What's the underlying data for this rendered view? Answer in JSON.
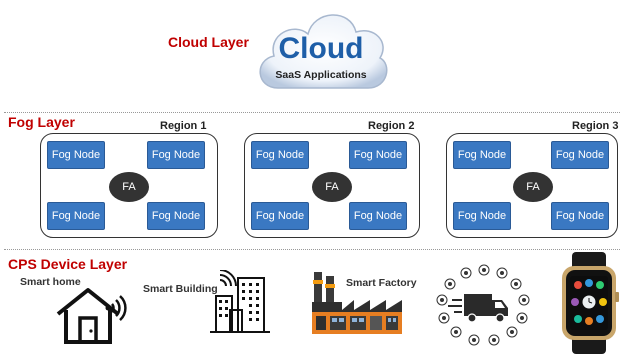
{
  "cloud_layer": {
    "title": "Cloud Layer",
    "cloud_text": "Cloud",
    "cloud_subtext": "SaaS Applications"
  },
  "fog_layer": {
    "title": "Fog Layer",
    "regions": [
      {
        "label": "Region 1",
        "nodes": [
          "Fog Node",
          "Fog Node",
          "Fog Node",
          "Fog Node"
        ],
        "agent": "FA"
      },
      {
        "label": "Region 2",
        "nodes": [
          "Fog Node",
          "Fog Node",
          "Fog Node",
          "Fog Node"
        ],
        "agent": "FA"
      },
      {
        "label": "Region 3",
        "nodes": [
          "Fog Node",
          "Fog Node",
          "Fog Node",
          "Fog Node"
        ],
        "agent": "FA"
      }
    ]
  },
  "cps_layer": {
    "title": "CPS Device Layer",
    "devices": [
      {
        "label": "Smart home",
        "icon": "smart-home-icon"
      },
      {
        "label": "Smart Building",
        "icon": "smart-building-icon"
      },
      {
        "label": "Smart Factory",
        "icon": "smart-factory-icon"
      },
      {
        "label": "",
        "icon": "smart-logistics-icon"
      },
      {
        "label": "",
        "icon": "smartwatch-icon"
      }
    ]
  },
  "colors": {
    "layer_title": "#c00000",
    "fog_node": "#3a78c2",
    "fa": "#333333",
    "cloud_text": "#1f5fa8"
  }
}
